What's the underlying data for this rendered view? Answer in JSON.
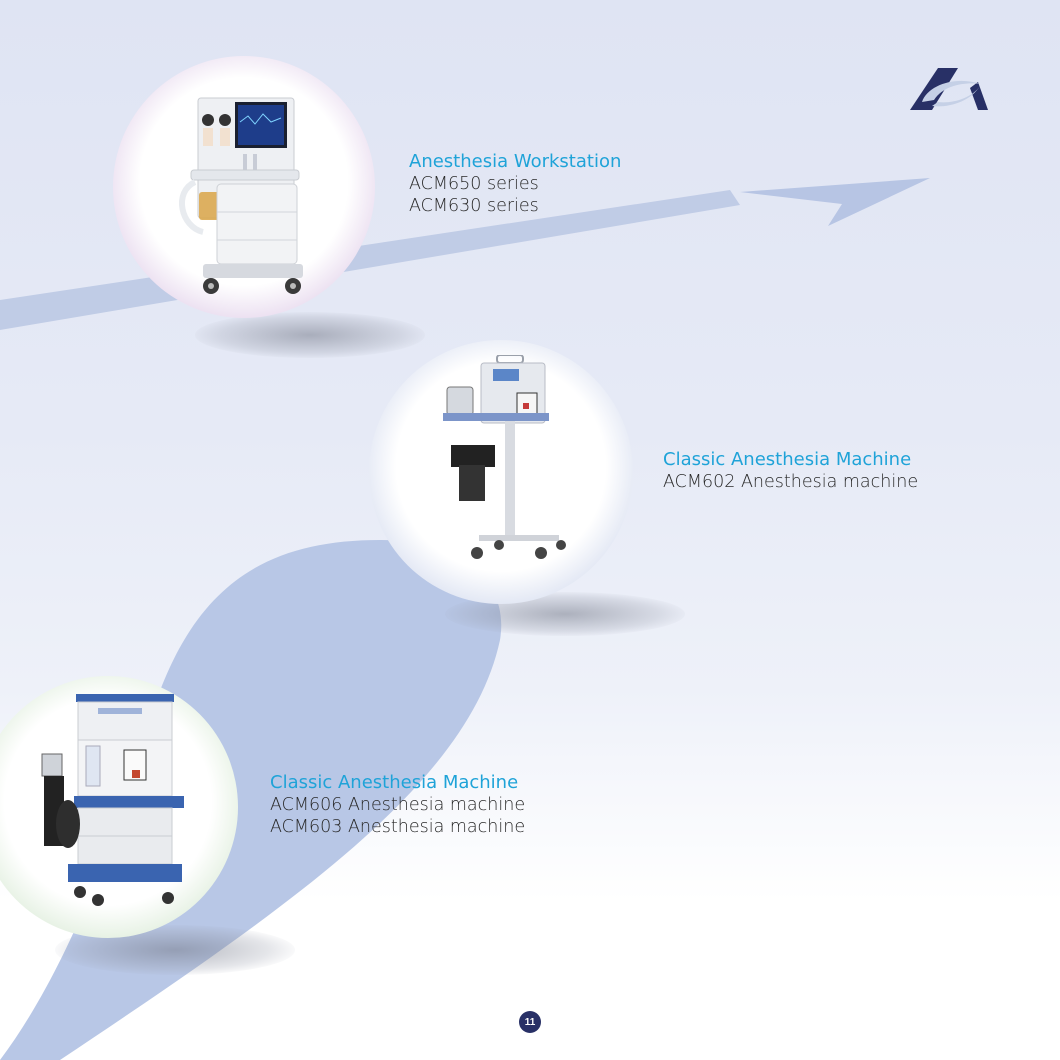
{
  "colors": {
    "accent_title": "#1fa3d8",
    "body_text": "#2a2a2a",
    "swoosh": "#b8c7e6",
    "logo_dark": "#283066",
    "logo_light": "#c5d0e6",
    "page_badge": "#283066"
  },
  "logo": {
    "icon": "company-logo-icon"
  },
  "products": [
    {
      "title": "Anesthesia Workstation",
      "lines": [
        "ACM650 series",
        "ACM630 series"
      ],
      "bubble_color": "purple",
      "image": "anesthesia-workstation-image"
    },
    {
      "title": "Classic Anesthesia Machine",
      "lines": [
        "ACM602 Anesthesia machine"
      ],
      "bubble_color": "blue",
      "image": "trolley-anesthesia-machine-image"
    },
    {
      "title": "Classic Anesthesia Machine",
      "lines": [
        "ACM606 Anesthesia machine",
        "ACM603 Anesthesia machine"
      ],
      "bubble_color": "green",
      "image": "cabinet-anesthesia-machine-image"
    }
  ],
  "page": {
    "number": "11"
  }
}
